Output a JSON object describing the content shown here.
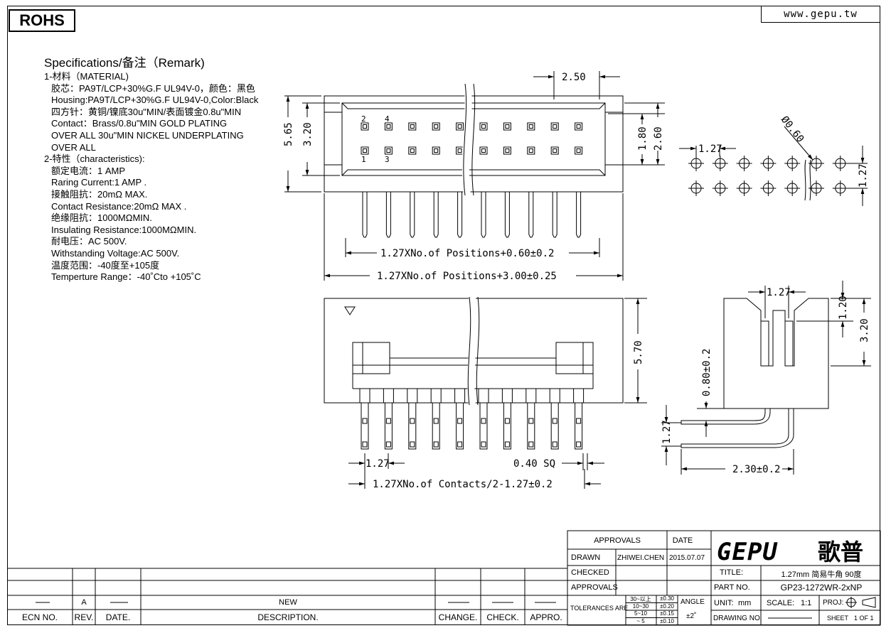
{
  "header": {
    "rohs": "ROHS",
    "url": "www.gepu.tw"
  },
  "specs": {
    "title": "Specifications/备注（Remark)",
    "lines": [
      {
        "text": "1-材料（MATERIAL)",
        "indent": 0
      },
      {
        "text": "胶芯：PA9T/LCP+30%G.F UL94V-0，颜色：黑色",
        "indent": 1
      },
      {
        "text": "Housing:PA9T/LCP+30%G.F UL94V-0,Color:Black",
        "indent": 1
      },
      {
        "text": "四方针：黄铜/镍底30u\"MIN/表面镀金0.8u\"MIN",
        "indent": 1
      },
      {
        "text": "Contact：Brass/0.8u\"MIN GOLD PLATING",
        "indent": 1
      },
      {
        "text": "OVER ALL 30u\"MIN NICKEL UNDERPLATING",
        "indent": 1
      },
      {
        "text": "OVER ALL",
        "indent": 1
      },
      {
        "text": "2-特性（characteristics):",
        "indent": 0
      },
      {
        "text": "额定电流：1 AMP",
        "indent": 1
      },
      {
        "text": "Raring Current:1 AMP .",
        "indent": 1
      },
      {
        "text": "接触阻抗：20mΩ MAX.",
        "indent": 1
      },
      {
        "text": "Contact Resistance:20mΩ MAX .",
        "indent": 1
      },
      {
        "text": "绝缘阻抗：1000MΩMIN.",
        "indent": 1
      },
      {
        "text": "Insulating Resistance:1000MΩMIN.",
        "indent": 1
      },
      {
        "text": "耐电压：AC 500V.",
        "indent": 1
      },
      {
        "text": "Withstanding Voltage:AC 500V.",
        "indent": 1
      },
      {
        "text": "温度范围：-40度至+105度",
        "indent": 1
      },
      {
        "text": "Temperture Range：-40˚Cto +105˚C",
        "indent": 1
      }
    ]
  },
  "drawing": {
    "dims": {
      "pitch_top": "2.50",
      "h565": "5.65",
      "h320": "3.20",
      "h180": "1.80",
      "h260": "2.60",
      "pin2": "2",
      "pin4": "4",
      "pin1": "1",
      "pin3": "3",
      "len1": "1.27XNo.of Positions+0.60±0.2",
      "len2": "1.27XNo.of Positions+3.00±0.25",
      "pcb_pitch": "1.27",
      "pcb_hole": "Ø0.60",
      "pcb_row": "1.27",
      "h570": "5.70",
      "front_pitch": "1.27",
      "sq": "0.40 SQ",
      "contacts": "1.27XNo.of Contacts/2-1.27±0.2",
      "side_pitch": "1.27",
      "side120": "1.20",
      "side320": "3.20",
      "side080": "0.80±0.2",
      "side127": "1.27",
      "side230": "2.30±0.2"
    }
  },
  "title_block": {
    "approvals_header": "APPROVALS",
    "date_header": "DATE",
    "drawn_label": "DRAWN",
    "drawn_name": "ZHIWEI.CHEN",
    "drawn_date": "2015.07.07",
    "checked_label": "CHECKED",
    "approvals_label": "APPROVALS",
    "tolerances_label": "TOLERANCES ARE",
    "tol_ranges": [
      "30~以上",
      "10~30",
      "5~10",
      "~ 5"
    ],
    "tol_values": [
      "±0.30",
      "±0.20",
      "±0.15",
      "±0.10"
    ],
    "angle_label": "ANGLE",
    "angle_value": "±2˚",
    "logo": "GEPU",
    "logo_cn": "歌普",
    "title_label": "TITLE:",
    "title_value": "1.27mm 简易牛角 90度",
    "part_label": "PART NO.",
    "part_value": "GP23-1272WR-2xNP",
    "unit_label": "UNIT:",
    "unit_value": "mm",
    "scale_label": "SCALE:",
    "scale_value": "1:1",
    "proj_label": "PROJ:",
    "drawing_no_label": "DRAWING NO.",
    "sheet_label": "SHEET",
    "sheet_value": "1 OF 1"
  },
  "revision_block": {
    "rev_value": "A",
    "desc_value": "NEW",
    "headers": [
      "ECN NO.",
      "REV.",
      "DATE.",
      "DESCRIPTION.",
      "CHANGE.",
      "CHECK.",
      "APPRO."
    ]
  }
}
